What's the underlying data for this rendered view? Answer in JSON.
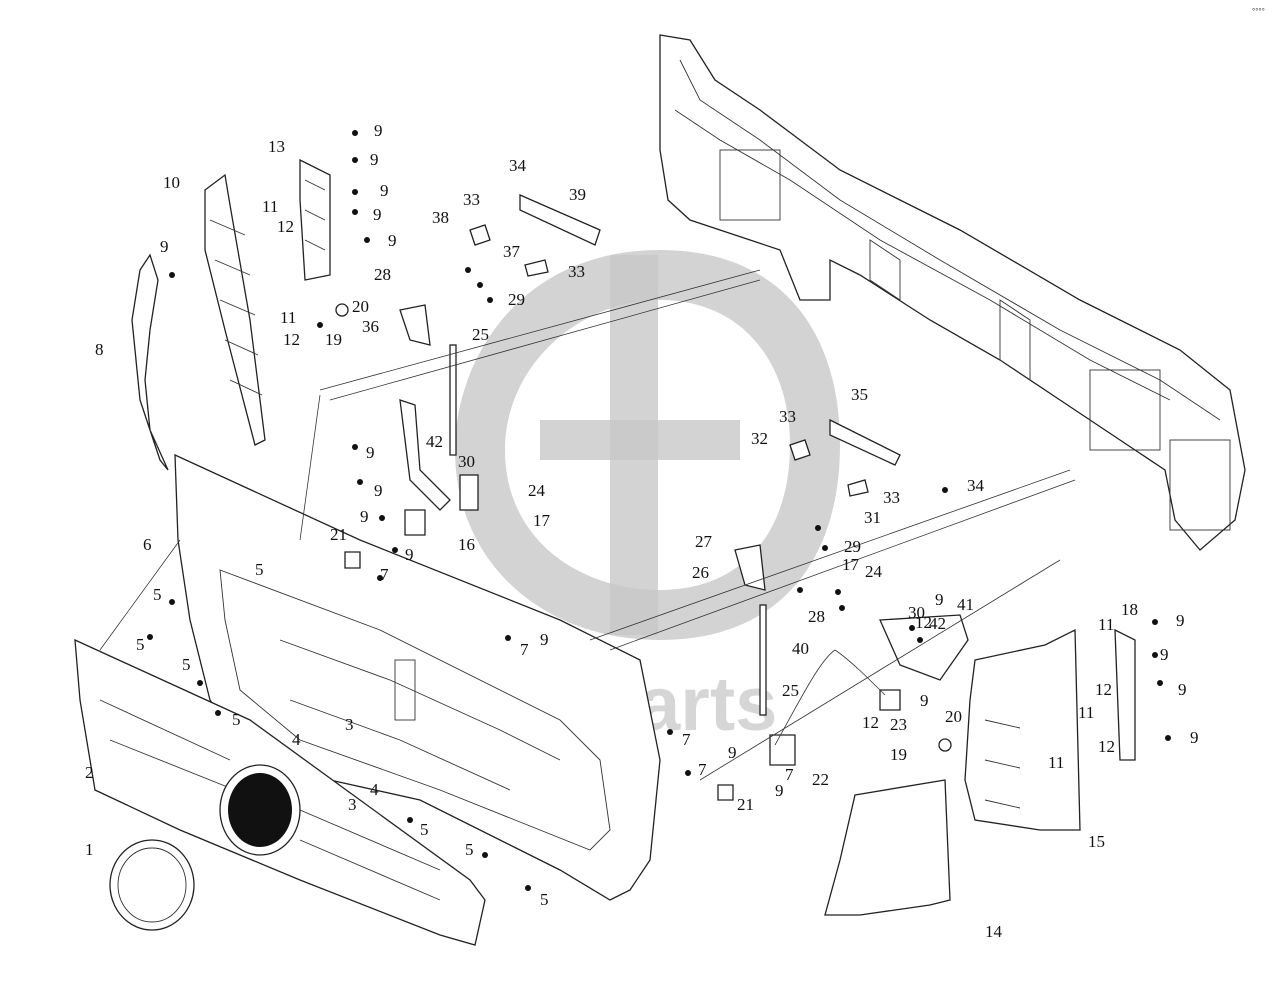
{
  "diagram": {
    "watermark_text": "data-parts",
    "corner_mark": "°°°°",
    "labels": [
      "1",
      "2",
      "3",
      "3",
      "4",
      "4",
      "5",
      "5",
      "5",
      "5",
      "5",
      "5",
      "5",
      "5",
      "6",
      "7",
      "7",
      "7",
      "7",
      "7",
      "8",
      "9",
      "9",
      "9",
      "9",
      "9",
      "9",
      "9",
      "9",
      "9",
      "9",
      "9",
      "9",
      "9",
      "9",
      "9",
      "9",
      "9",
      "9",
      "9",
      "10",
      "11",
      "11",
      "11",
      "11",
      "11",
      "12",
      "12",
      "12",
      "12",
      "12",
      "12",
      "13",
      "14",
      "15",
      "16",
      "17",
      "17",
      "18",
      "19",
      "19",
      "20",
      "20",
      "21",
      "21",
      "22",
      "23",
      "24",
      "24",
      "25",
      "25",
      "26",
      "27",
      "28",
      "28",
      "29",
      "29",
      "30",
      "30",
      "31",
      "32",
      "33",
      "33",
      "33",
      "33",
      "34",
      "34",
      "35",
      "36",
      "37",
      "38",
      "39",
      "40",
      "41",
      "42",
      "42"
    ]
  }
}
